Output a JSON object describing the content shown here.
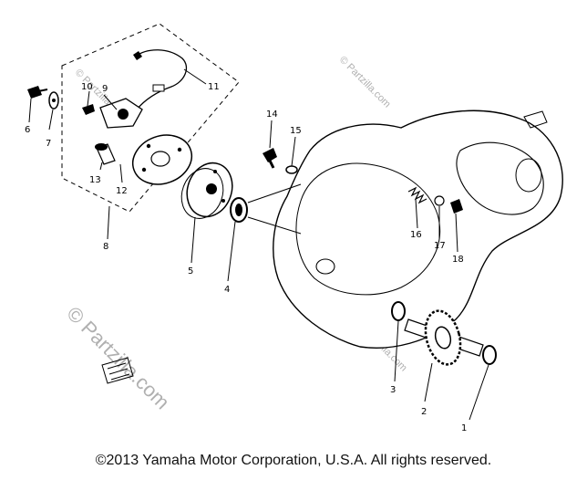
{
  "copyright": "©2013  Yamaha Motor Corporation, U.S.A. All rights reserved.",
  "watermarks": [
    {
      "text": "© Partzilla.com",
      "size": "large"
    },
    {
      "text": "© Partzilla.com",
      "size": "small"
    },
    {
      "text": "© Partzilla.com",
      "size": "small"
    },
    {
      "text": "© Partzilla.com",
      "size": "small"
    }
  ],
  "callouts": [
    {
      "number": "1"
    },
    {
      "number": "2"
    },
    {
      "number": "3"
    },
    {
      "number": "4"
    },
    {
      "number": "5"
    },
    {
      "number": "6"
    },
    {
      "number": "7"
    },
    {
      "number": "8"
    },
    {
      "number": "9"
    },
    {
      "number": "10"
    },
    {
      "number": "11"
    },
    {
      "number": "12"
    },
    {
      "number": "13"
    },
    {
      "number": "14"
    },
    {
      "number": "15"
    },
    {
      "number": "16"
    },
    {
      "number": "17"
    },
    {
      "number": "18"
    }
  ],
  "colors": {
    "line": "#000000",
    "watermark": "#b0b0b0"
  }
}
